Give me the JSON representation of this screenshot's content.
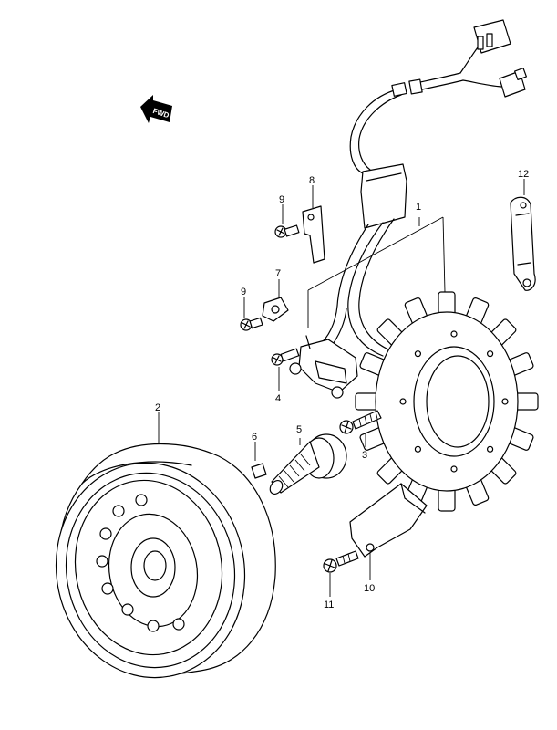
{
  "fwd_label": "FWD",
  "callouts": [
    {
      "id": "c1",
      "label": "1"
    },
    {
      "id": "c2",
      "label": "2"
    },
    {
      "id": "c3",
      "label": "3"
    },
    {
      "id": "c4",
      "label": "4"
    },
    {
      "id": "c5",
      "label": "5"
    },
    {
      "id": "c6",
      "label": "6"
    },
    {
      "id": "c7",
      "label": "7"
    },
    {
      "id": "c8",
      "label": "8"
    },
    {
      "id": "c9a",
      "label": "9"
    },
    {
      "id": "c9b",
      "label": "9"
    },
    {
      "id": "c10",
      "label": "10"
    },
    {
      "id": "c11",
      "label": "11"
    },
    {
      "id": "c12",
      "label": "12"
    }
  ]
}
